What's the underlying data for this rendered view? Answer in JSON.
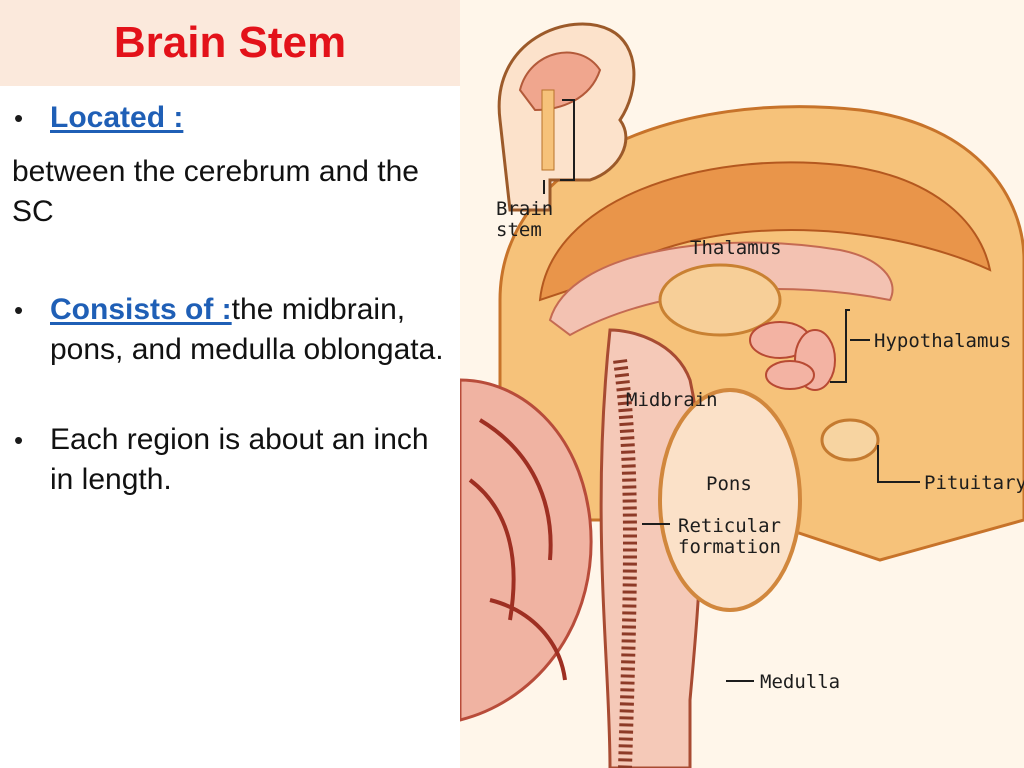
{
  "slide": {
    "title": "Brain Stem",
    "located_label": "Located :",
    "located_text": "between the cerebrum and the SC",
    "consists_label": "Consists of :",
    "consists_text": "the midbrain, pons, and medulla oblongata.",
    "region_text": "Each region is about an inch in length."
  },
  "figure": {
    "labels": {
      "brain_stem_line1": "Brain",
      "brain_stem_line2": "stem",
      "thalamus": "Thalamus",
      "hypothalamus": "Hypothalamus",
      "midbrain": "Midbrain",
      "pons": "Pons",
      "pituitary": "Pituitary",
      "reticular_line1": "Reticular",
      "reticular_line2": "formation",
      "medulla": "Medulla"
    }
  },
  "colors": {
    "title": "#e3121a",
    "link": "#1f5fb6",
    "title_band": "#fbe9dc"
  }
}
